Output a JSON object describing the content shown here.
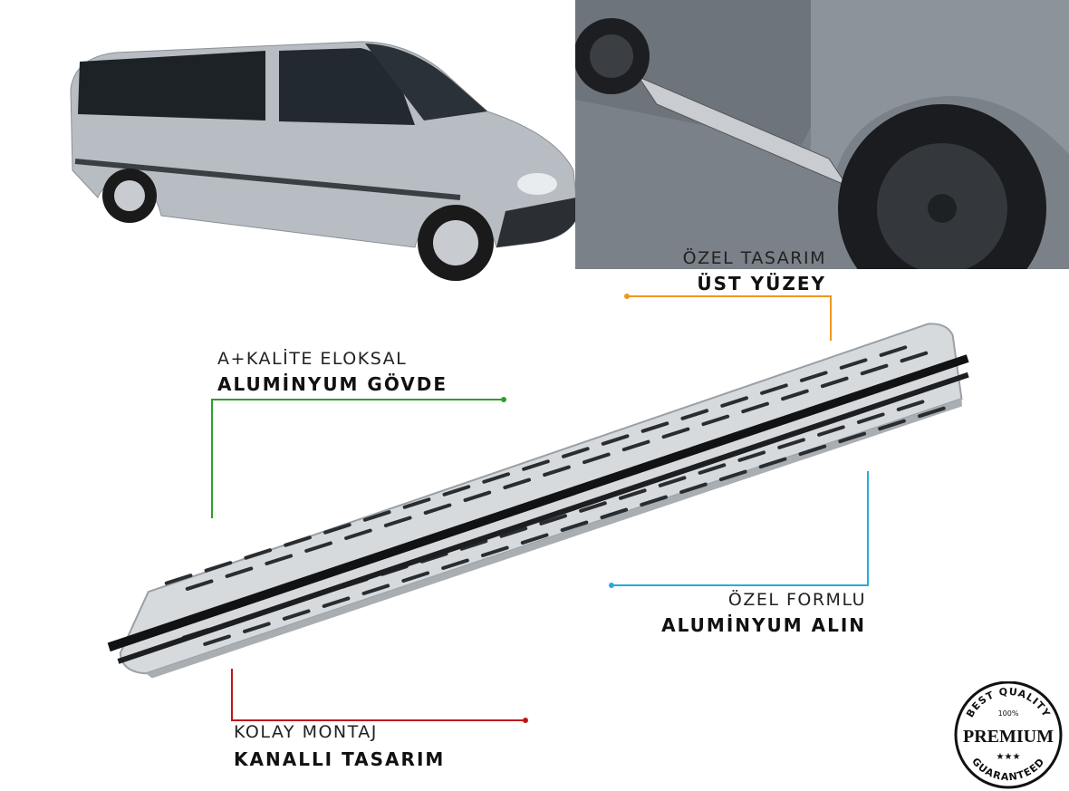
{
  "callouts": {
    "top": {
      "line1": "ÖZEL TASARIM",
      "line2": "ÜST YÜZEY",
      "color": "#f0961e"
    },
    "body": {
      "line1": "A+KALİTE ELOKSAL",
      "line2": "ALUMİNYUM GÖVDE",
      "color": "#2ca02c"
    },
    "front": {
      "line1": "ÖZEL FORMLU",
      "line2": "ALUMİNYUM ALIN",
      "color": "#29a9e1"
    },
    "mount": {
      "line1": "KOLAY MONTAJ",
      "line2": "KANALLI TASARIM",
      "color": "#c0161b"
    }
  },
  "badge": {
    "top": "BEST QUALITY",
    "percent": "100%",
    "main": "PREMIUM",
    "bottom": "GUARANTEED"
  },
  "images": {
    "van": "silver-van-photo",
    "car": "suv-side-step-photo",
    "product": "aluminium-running-board"
  }
}
